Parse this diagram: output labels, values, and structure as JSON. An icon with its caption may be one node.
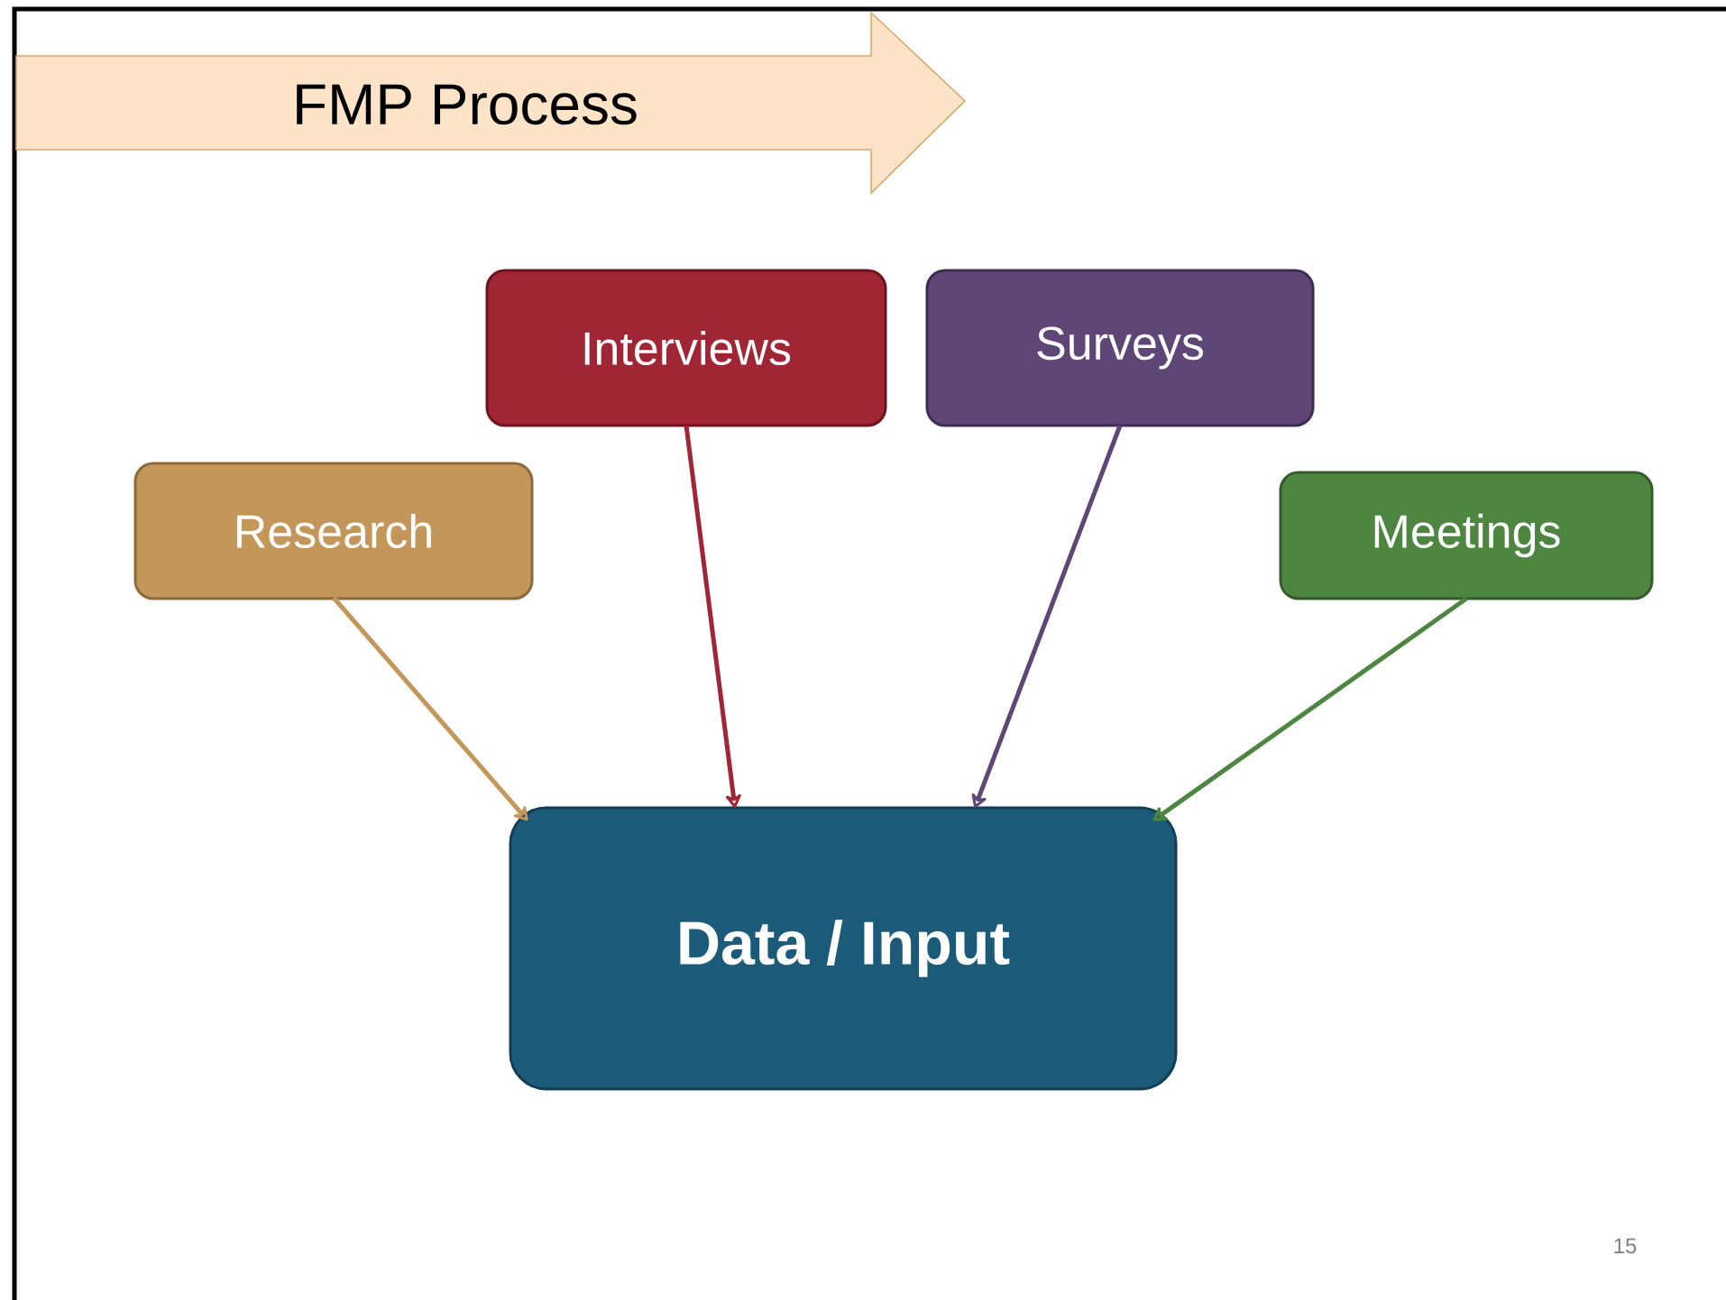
{
  "diagram": {
    "title": "FMP Process",
    "nodes": [
      {
        "text": [
          "Research"
        ]
      },
      {
        "text": [
          "Interviews"
        ]
      },
      {
        "text": [
          "Surveys"
        ]
      },
      {
        "text": [
          "Meetings"
        ]
      },
      {
        "text": [
          "Data / Input"
        ]
      }
    ],
    "edges": [
      {
        "from": 0,
        "to": 4,
        "arrow": "to",
        "color": "#c3965a"
      },
      {
        "from": 1,
        "to": 4,
        "arrow": "to",
        "color": "#a02535"
      },
      {
        "from": 2,
        "to": 4,
        "arrow": "to",
        "color": "#5e4676"
      },
      {
        "from": 3,
        "to": 4,
        "arrow": "to",
        "color": "#4e8540"
      }
    ],
    "labels": [
      "15"
    ]
  }
}
